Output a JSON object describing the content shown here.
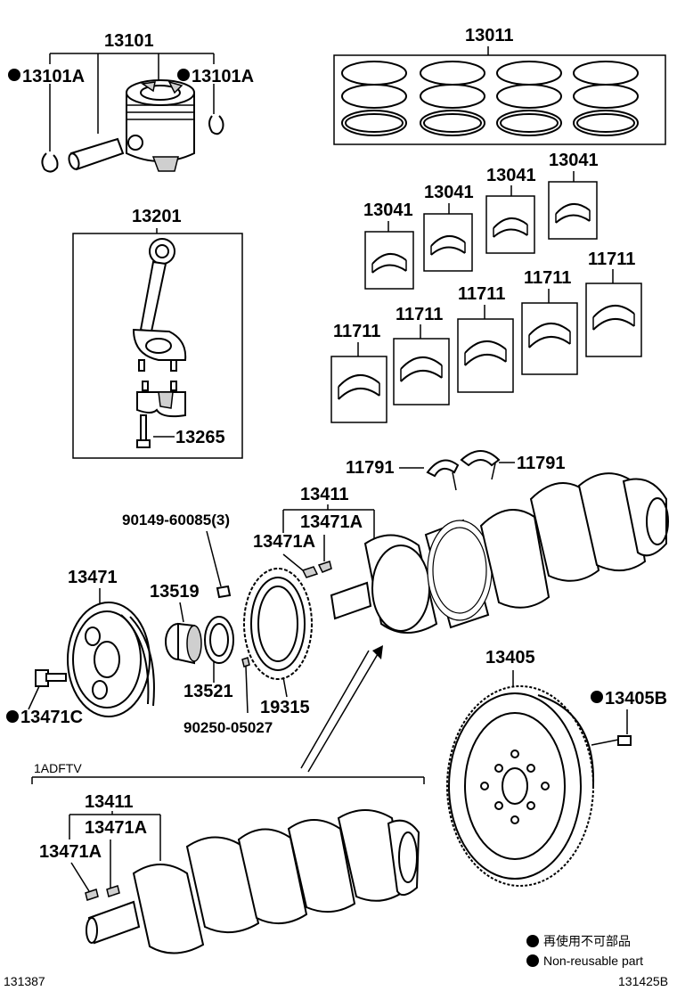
{
  "labels": {
    "piston": "13101",
    "piston_clip_left": "13101A",
    "piston_clip_right": "13101A",
    "ring_set": "13011",
    "conrod": "13201",
    "conrod_bolt": "13265",
    "conrod_bearing_1": "13041",
    "conrod_bearing_2": "13041",
    "conrod_bearing_3": "13041",
    "conrod_bearing_4": "13041",
    "main_bearing_1": "11711",
    "main_bearing_2": "11711",
    "main_bearing_3": "11711",
    "main_bearing_4": "11711",
    "main_bearing_5": "11711",
    "thrust_washer_left": "11791",
    "thrust_washer_right": "11791",
    "crankshaft": "13411",
    "crank_key_a": "13471A",
    "crank_key_b": "13471A",
    "screw": "90149-60085(3)",
    "pulley": "13471",
    "pulley_bolt": "13471C",
    "bearing_sleeve": "13519",
    "crank_gear": "13521",
    "timing_rotor": "19315",
    "pin": "90250-05027",
    "flywheel": "13405",
    "flywheel_bolt": "13405B",
    "variant_crankshaft": "13411",
    "variant_key_a": "13471A",
    "variant_key_b": "13471A"
  },
  "variant_caption": "1ADFTV",
  "legend": {
    "line1": "再使用不可部品",
    "line2": "Non-reusable part"
  },
  "footer": {
    "left_code": "131387",
    "right_code": "131425B"
  }
}
